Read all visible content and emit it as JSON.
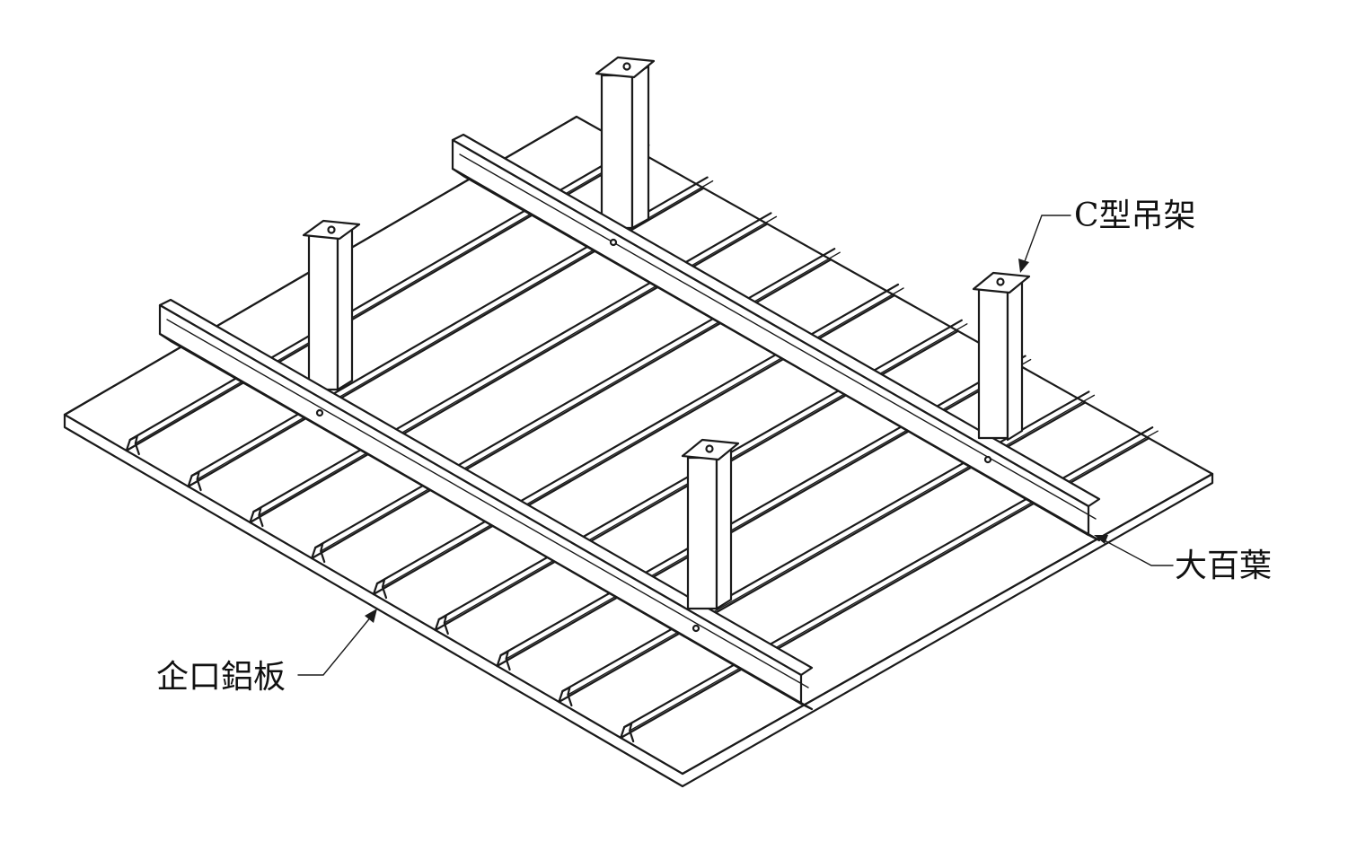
{
  "labels": {
    "c_hanger": "C型吊架",
    "main_runner": "大百葉",
    "tongue_groove_panel": "企口鋁板"
  },
  "colors": {
    "line": "#1a1a1a",
    "background": "#ffffff"
  }
}
